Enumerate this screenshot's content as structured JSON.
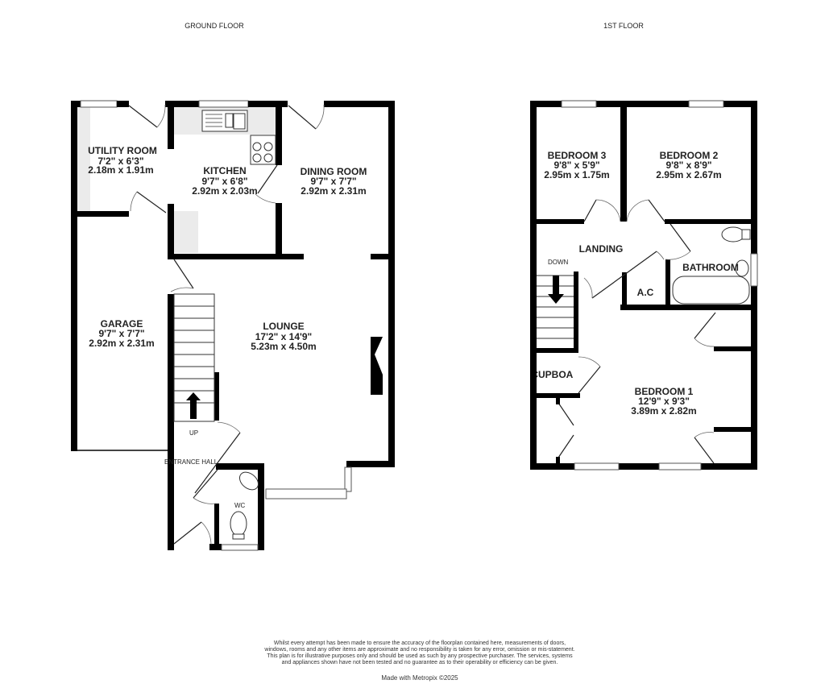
{
  "headings": {
    "ground": "GROUND FLOOR",
    "first": "1ST FLOOR"
  },
  "ground_floor": {
    "utility": {
      "name": "UTILITY ROOM",
      "imperial": "7'2\"  x 6'3\"",
      "metric": "2.18m  x 1.91m"
    },
    "kitchen": {
      "name": "KITCHEN",
      "imperial": "9'7\"  x 6'8\"",
      "metric": "2.92m  x 2.03m"
    },
    "dining": {
      "name": "DINING ROOM",
      "imperial": "9'7\"  x 7'7\"",
      "metric": "2.92m  x 2.31m"
    },
    "garage": {
      "name": "GARAGE",
      "imperial": "9'7\"  x 7'7\"",
      "metric": "2.92m  x 2.31m"
    },
    "lounge": {
      "name": "LOUNGE",
      "imperial": "17'2\"  x 14'9\"",
      "metric": "5.23m  x 4.50m"
    },
    "hall": {
      "name": "ENTRANCE HALL"
    },
    "stairs_label": "UP",
    "wc_label": "WC"
  },
  "first_floor": {
    "bedroom3": {
      "name": "BEDROOM 3",
      "imperial": "9'8\"  x 5'9\"",
      "metric": "2.95m  x 1.75m"
    },
    "bedroom2": {
      "name": "BEDROOM 2",
      "imperial": "9'8\"  x 8'9\"",
      "metric": "2.95m  x 2.67m"
    },
    "landing": {
      "name": "LANDING"
    },
    "bathroom": {
      "name": "BATHROOM"
    },
    "ac": {
      "name": "A.C"
    },
    "cupboard": {
      "name": "CUPBOARD"
    },
    "bedroom1": {
      "name": "BEDROOM 1",
      "imperial": "12'9\"  x 9'3\"",
      "metric": "3.89m  x 2.82m"
    },
    "stairs_label": "DOWN"
  },
  "footer": {
    "disclaimer": "Whilst every attempt has been made to ensure the accuracy of the floorplan contained here, measurements of doors, windows, rooms and any other items are approximate and no responsibility is taken for any error, omission or mis-statement. This plan is for illustrative purposes only and should be used as such by any prospective purchaser. The services, systems and appliances shown have not been tested and no guarantee as to their operability or efficiency can be given.",
    "credit": "Made with Metropix ©2025"
  }
}
